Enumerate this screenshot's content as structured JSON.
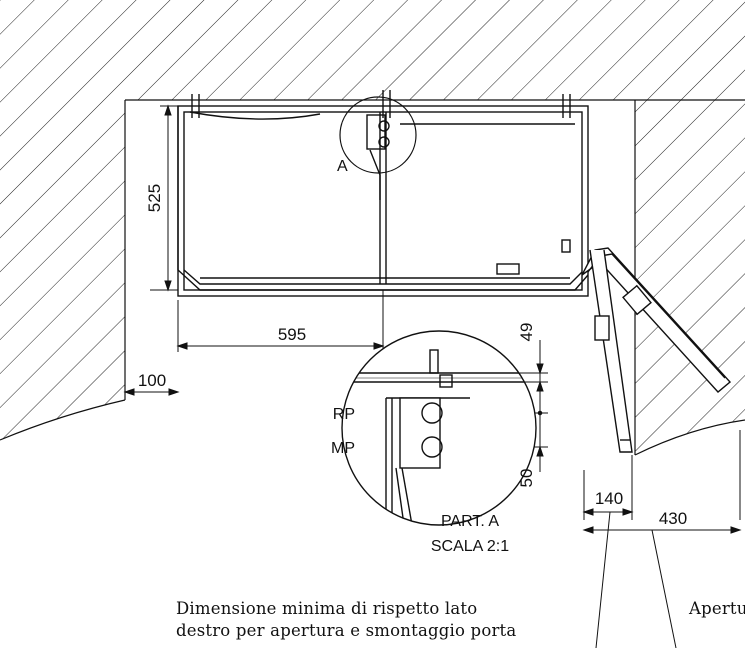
{
  "dimensions": {
    "depth": "525",
    "half_width": "595",
    "side_gap": "100",
    "top_offset": "49",
    "bottom_offset": "50",
    "min_clearance": "140",
    "door_opening": "430"
  },
  "labels": {
    "detail_marker": "A",
    "rp": "RP",
    "mp": "MP",
    "part_title": "PART. A",
    "part_scale": "SCALA 2:1"
  },
  "notes": {
    "left_line1": "Dimensione minima di rispetto lato",
    "left_line2": "destro per apertura e smontaggio porta",
    "right_partial": "Apertu"
  }
}
